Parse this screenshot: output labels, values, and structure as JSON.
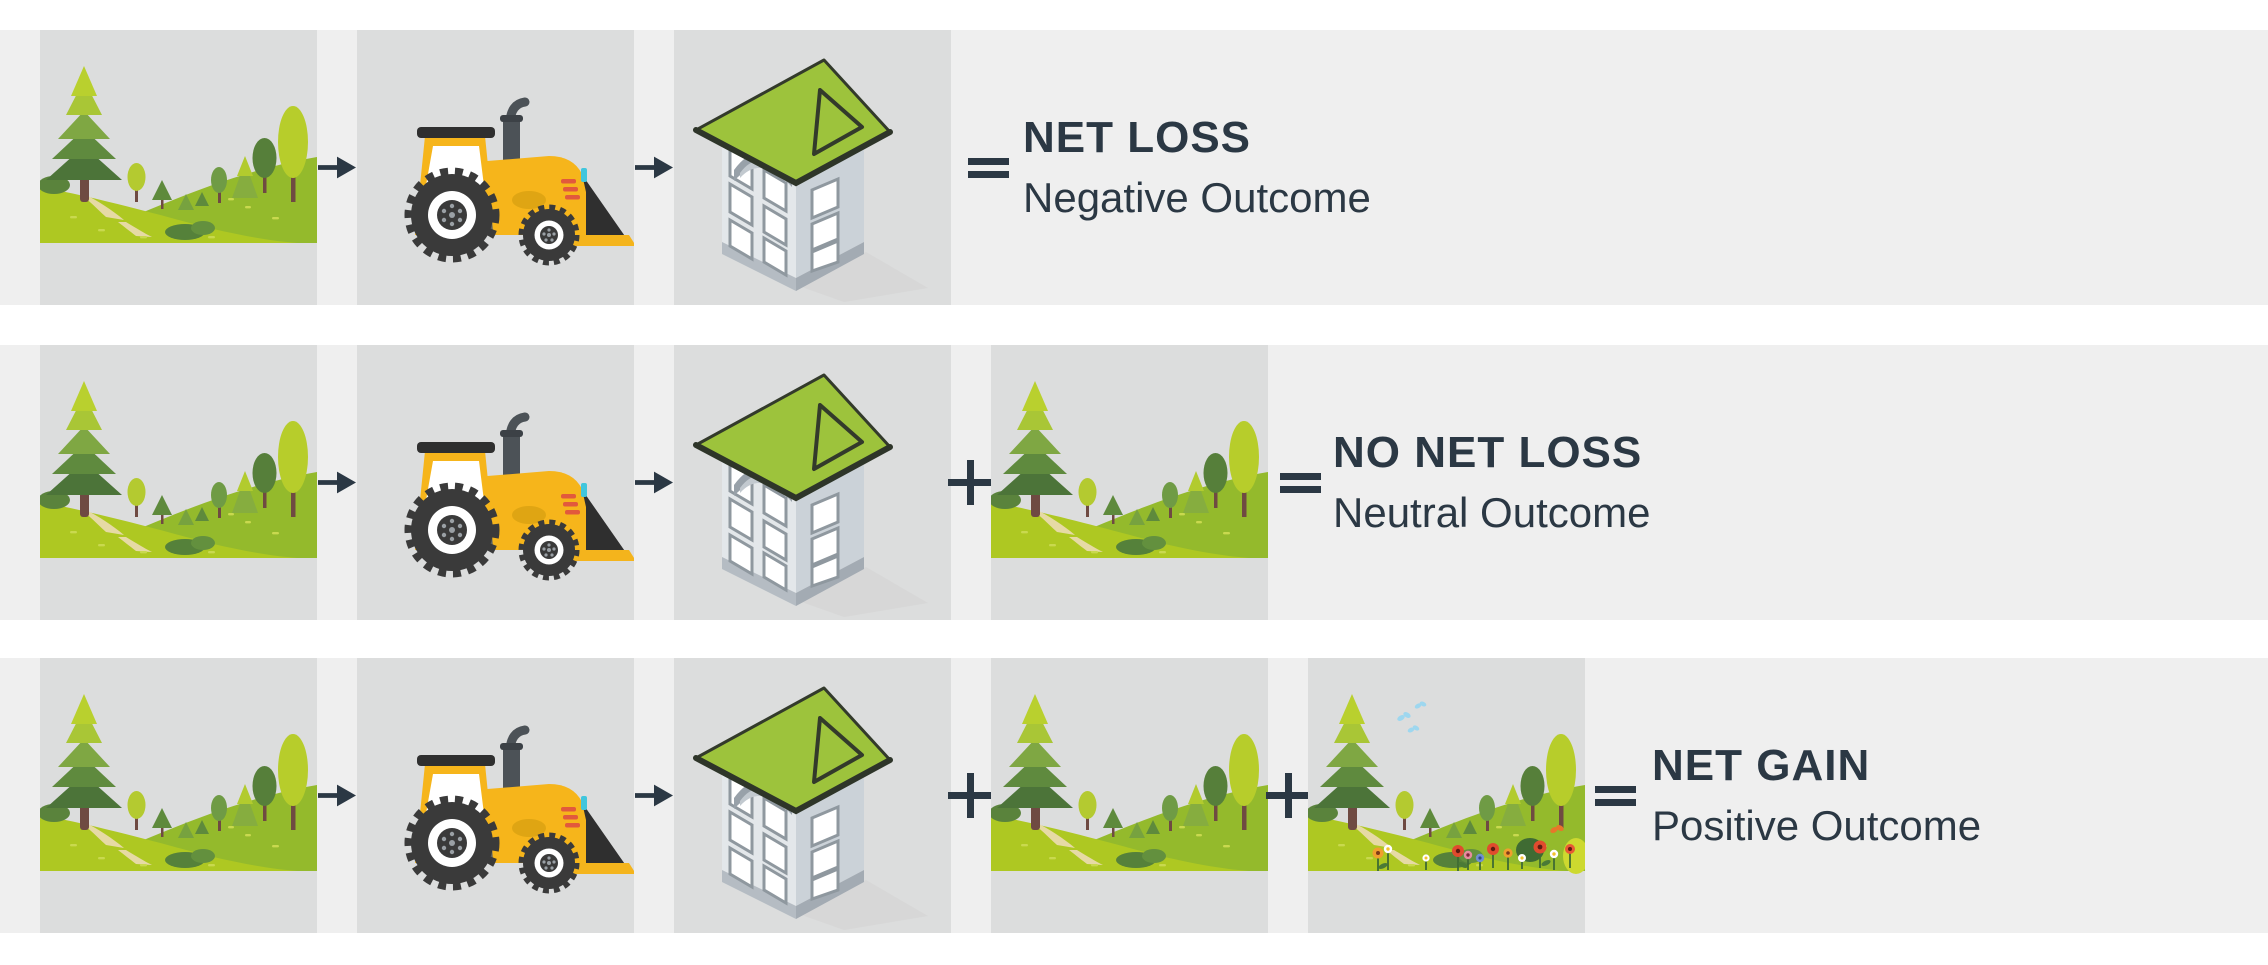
{
  "colors": {
    "page_bg": "#ffffff",
    "band_bg": "#efefef",
    "tile_bg": "#dcdddd",
    "ink": "#2b3844",
    "grass_light": "#aec822",
    "grass_mid": "#94ba2c",
    "roof_green": "#9dc33c",
    "machine_yellow": "#f6b51b",
    "poppy_red": "#e04b2e",
    "trail_beige": "#e6daa5"
  },
  "icons": {
    "arrow_right": "→",
    "plus": "+",
    "equals": "=",
    "forest_landscape": "green hills with pine and deciduous trees",
    "bulldozer": "yellow front-loader tractor",
    "building": "isometric house with green roof",
    "flower_meadow": "green hills with wildflowers and butterflies"
  },
  "rows": [
    {
      "id": "net-loss",
      "tiles": [
        "forest-landscape",
        "bulldozer",
        "building"
      ],
      "operators": {
        "between": [
          "arrow-right",
          "arrow-right"
        ],
        "result": "="
      },
      "heading": "NET LOSS",
      "subheading": "Negative Outcome"
    },
    {
      "id": "no-net-loss",
      "tiles": [
        "forest-landscape",
        "bulldozer",
        "building",
        "forest-landscape"
      ],
      "operators": {
        "between": [
          "arrow-right",
          "arrow-right",
          "plus"
        ],
        "result": "="
      },
      "heading": "NO NET LOSS",
      "subheading": "Neutral Outcome"
    },
    {
      "id": "net-gain",
      "tiles": [
        "forest-landscape",
        "bulldozer",
        "building",
        "forest-landscape",
        "flower-meadow"
      ],
      "operators": {
        "between": [
          "arrow-right",
          "arrow-right",
          "plus",
          "plus"
        ],
        "result": "="
      },
      "heading": "NET GAIN",
      "subheading": "Positive Outcome"
    }
  ]
}
